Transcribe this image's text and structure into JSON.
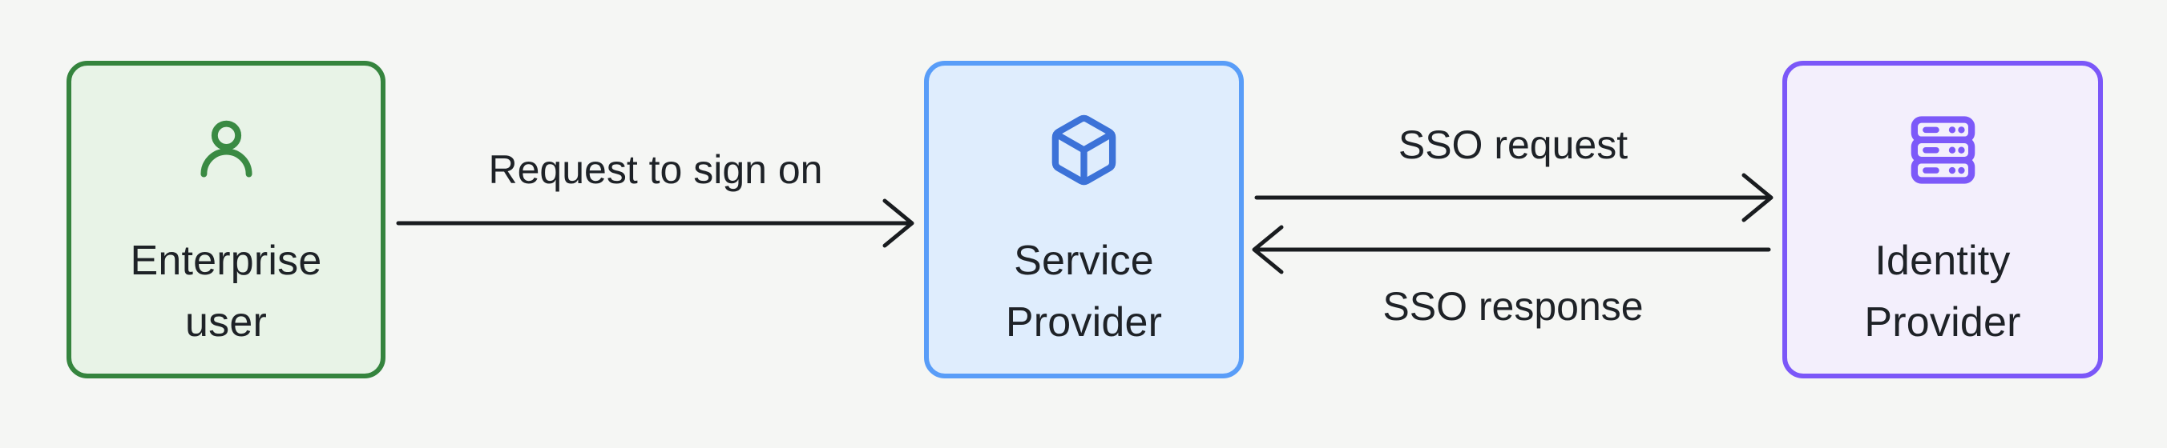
{
  "diagram": {
    "background_color": "#F5F6F4",
    "text_color": "#1E2227",
    "arrow_color": "#191C1F",
    "nodes": [
      {
        "id": "enterprise-user",
        "line1": "Enterprise",
        "line2": "user",
        "icon": "user-icon",
        "border_color": "#35843E",
        "fill_color": "#E8F3E7",
        "icon_color": "#3A8A43"
      },
      {
        "id": "service-provider",
        "line1": "Service",
        "line2": "Provider",
        "icon": "cube-icon",
        "border_color": "#599DF8",
        "fill_color": "#DFEDFD",
        "icon_color": "#3C72D8"
      },
      {
        "id": "identity-provider",
        "line1": "Identity",
        "line2": "Provider",
        "icon": "server-icon",
        "border_color": "#7B57F8",
        "fill_color": "#F3EFFC",
        "icon_color": "#7C59F9"
      }
    ],
    "arrows": [
      {
        "label": "Request to sign on",
        "from": "enterprise-user",
        "to": "service-provider",
        "direction": "right"
      },
      {
        "label": "SSO request",
        "from": "service-provider",
        "to": "identity-provider",
        "direction": "right"
      },
      {
        "label": "SSO response",
        "from": "identity-provider",
        "to": "service-provider",
        "direction": "left"
      }
    ]
  }
}
